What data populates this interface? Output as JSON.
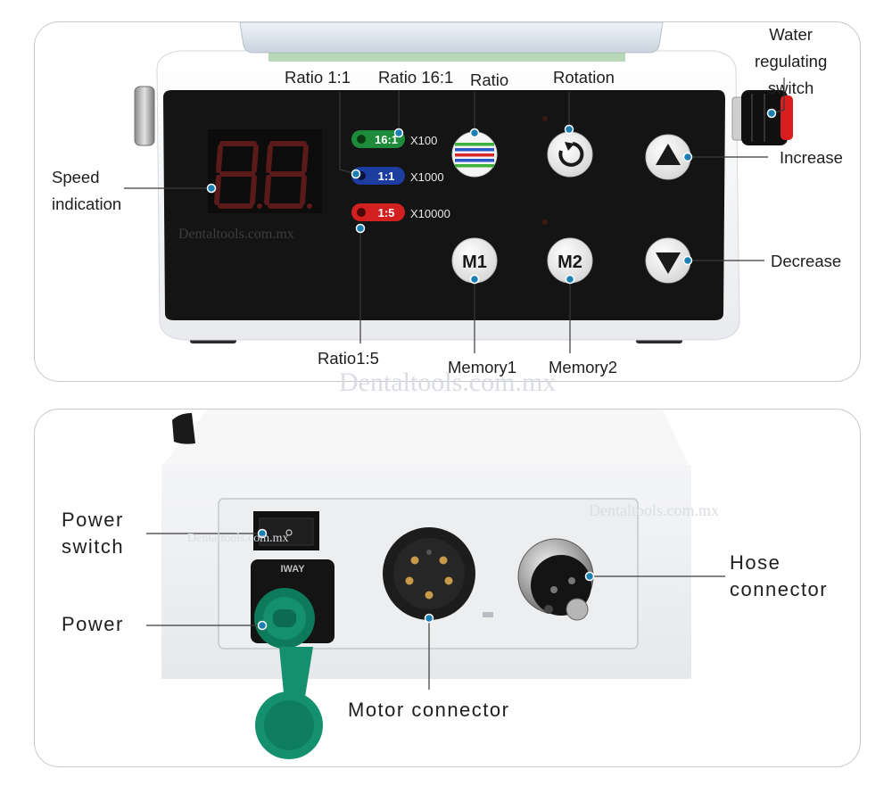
{
  "watermark": "Dentaltools.com.mx",
  "front_panel": {
    "display_text": "88",
    "ratio_buttons": [
      {
        "ratio": "16:1",
        "multiplier": "X100",
        "color": "#1e8b3a"
      },
      {
        "ratio": "1:1",
        "multiplier": "X1000",
        "color": "#1e3da0"
      },
      {
        "ratio": "1:5",
        "multiplier": "X10000",
        "color": "#d21f1f"
      }
    ],
    "memory_buttons": [
      "M1",
      "M2"
    ],
    "labels": {
      "ratio_1_1": "Ratio 1:1",
      "ratio_16_1": "Ratio 16:1",
      "ratio": "Ratio",
      "rotation": "Rotation",
      "water_regulating_switch": [
        "Water",
        "regulating",
        "switch"
      ],
      "speed_indication": [
        "Speed",
        "indication"
      ],
      "increase": "Increase",
      "decrease": "Decrease",
      "ratio_1_5": "Ratio1:5",
      "memory1": "Memory1",
      "memory2": "Memory2"
    }
  },
  "back_panel": {
    "connector_brand": "IWAY",
    "labels": {
      "power_switch": [
        "Power",
        "switch"
      ],
      "power": "Power",
      "hose_connector": [
        "Hose",
        "connector"
      ],
      "motor_connector": "Motor connector"
    }
  },
  "colors": {
    "panel_black": "#141414",
    "callout_dot": "#1b7fb4",
    "connector_green": "#14906e",
    "knob_red": "#d81e1e"
  }
}
